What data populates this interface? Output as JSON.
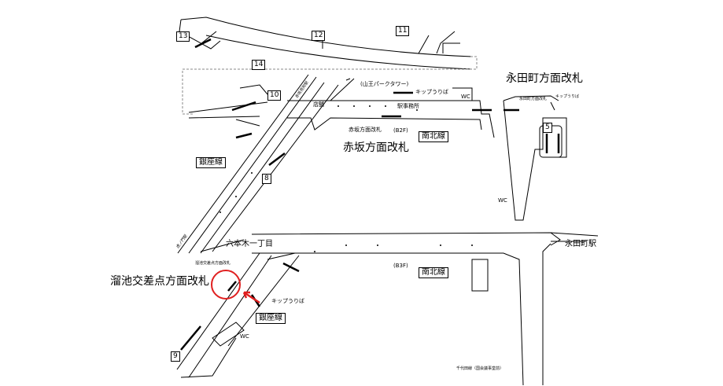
{
  "exits": [
    "13",
    "14",
    "12",
    "11",
    "10",
    "8",
    "5",
    "9"
  ],
  "labels": {
    "akasaka_gate_big": "赤坂方面改札",
    "akasaka_gate_small": "赤坂方面改札",
    "nagatacho_gate_big": "永田町方面改札",
    "nagatacho_gate_small": "永田町方面改札",
    "tameike_gate_big": "溜池交差点方面改札",
    "tameike_gate_small": "溜池交差点方面改札",
    "sanno_park_tower": "(山王パークタワー)",
    "ticket_b2f": "キップうりば",
    "ticket_nagatacho": "キップうりば",
    "ticket_b3f": "キップうりば",
    "station_office": "駅事務所",
    "shop": "店舗",
    "wc_b2f": "WC",
    "wc_nagatacho": "WC",
    "wc_b3f": "WC",
    "floor_b2f": "(B2F)",
    "floor_b3f": "(B3F)",
    "namboku_b2f": "南北線",
    "namboku_b3f": "南北線",
    "ginza_upper": "銀座線",
    "ginza_lower": "銀座線",
    "roppongi": "六本木一丁目",
    "nagatacho_station": "永田町駅",
    "akasaka_mitsuke": "赤坂見附駅",
    "toranomon": "虎ノ門駅",
    "chiyoda": "千代田線（国会議事堂前）"
  },
  "colors": {
    "highlight": "#e02020",
    "line": "#000000",
    "dash": "#888888"
  }
}
